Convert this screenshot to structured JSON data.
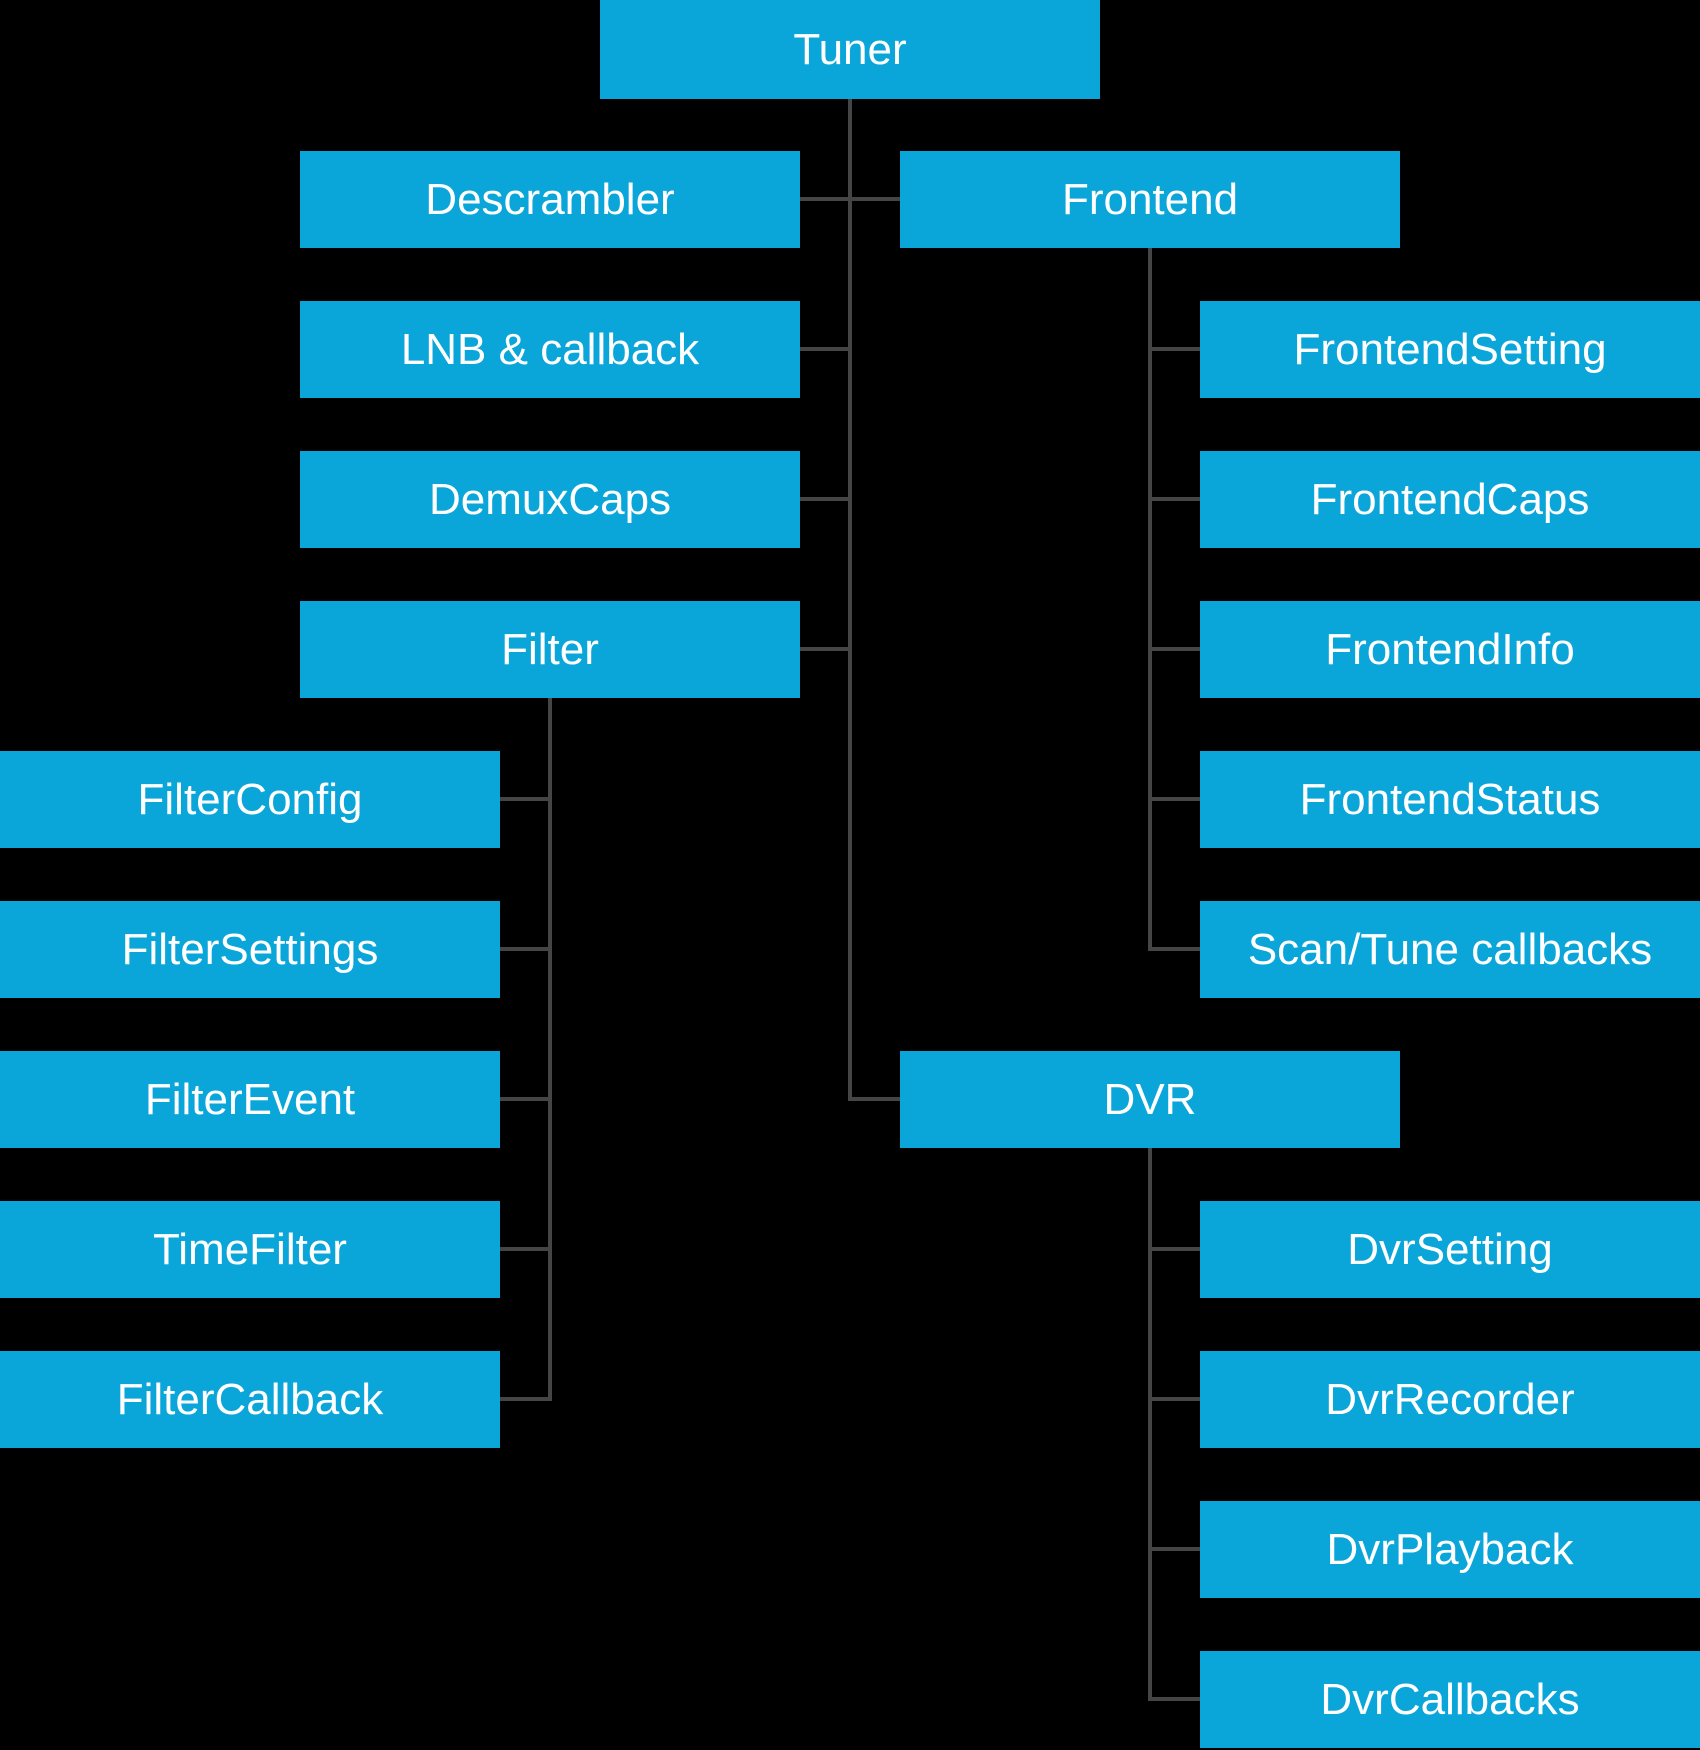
{
  "colors": {
    "background": "#000000",
    "box": "#0ba6d9",
    "line": "#454545",
    "text": "#ffffff"
  },
  "nodes": [
    {
      "id": "tuner",
      "label": "Tuner",
      "parent": null
    },
    {
      "id": "descrambler",
      "label": "Descrambler",
      "parent": "tuner"
    },
    {
      "id": "lnb-callback",
      "label": "LNB & callback",
      "parent": "tuner"
    },
    {
      "id": "demuxcaps",
      "label": "DemuxCaps",
      "parent": "tuner"
    },
    {
      "id": "filter",
      "label": "Filter",
      "parent": "tuner"
    },
    {
      "id": "filterconfig",
      "label": "FilterConfig",
      "parent": "filter"
    },
    {
      "id": "filtersettings",
      "label": "FilterSettings",
      "parent": "filter"
    },
    {
      "id": "filterevent",
      "label": "FilterEvent",
      "parent": "filter"
    },
    {
      "id": "timefilter",
      "label": "TimeFilter",
      "parent": "filter"
    },
    {
      "id": "filtercallback",
      "label": "FilterCallback",
      "parent": "filter"
    },
    {
      "id": "frontend",
      "label": "Frontend",
      "parent": "tuner"
    },
    {
      "id": "frontendsetting",
      "label": "FrontendSetting",
      "parent": "frontend"
    },
    {
      "id": "frontendcaps",
      "label": "FrontendCaps",
      "parent": "frontend"
    },
    {
      "id": "frontendinfo",
      "label": "FrontendInfo",
      "parent": "frontend"
    },
    {
      "id": "frontendstatus",
      "label": "FrontendStatus",
      "parent": "frontend"
    },
    {
      "id": "scan-tune-callbacks",
      "label": "Scan/Tune callbacks",
      "parent": "frontend"
    },
    {
      "id": "dvr",
      "label": "DVR",
      "parent": "tuner"
    },
    {
      "id": "dvrsetting",
      "label": "DvrSetting",
      "parent": "dvr"
    },
    {
      "id": "dvrrecorder",
      "label": "DvrRecorder",
      "parent": "dvr"
    },
    {
      "id": "dvrplayback",
      "label": "DvrPlayback",
      "parent": "dvr"
    },
    {
      "id": "dvrcallbacks",
      "label": "DvrCallbacks",
      "parent": "dvr"
    }
  ]
}
